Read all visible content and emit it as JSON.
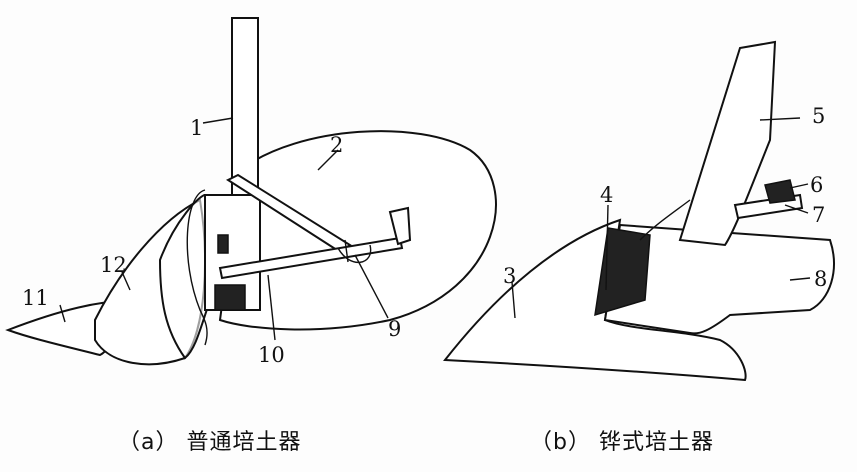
{
  "figure": {
    "part_labels": [
      "1",
      "2",
      "3",
      "4",
      "5",
      "6",
      "7",
      "8",
      "9",
      "10",
      "11",
      "12"
    ],
    "captions": {
      "a": "（a） 普通培土器",
      "b": "（b） 铧式培土器"
    }
  }
}
